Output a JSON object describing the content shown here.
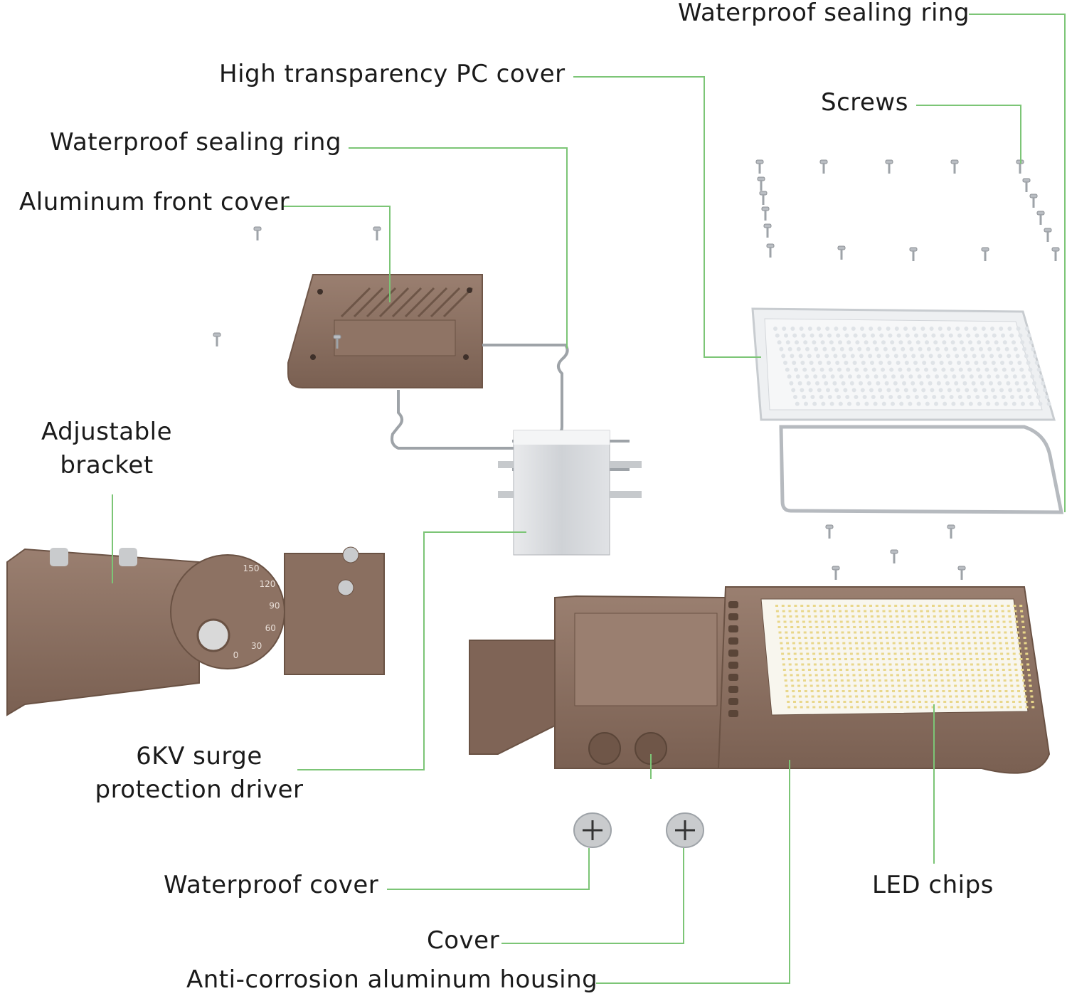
{
  "diagram": {
    "labels": {
      "pc_cover": "High transparency PC cover",
      "sealing_ring_top": "Waterproof sealing ring",
      "sealing_ring_left": "Waterproof sealing ring",
      "screws": "Screws",
      "front_cover": "Aluminum front cover",
      "bracket_line1": "Adjustable",
      "bracket_line2": "bracket",
      "driver_line1": "6KV surge",
      "driver_line2": "protection driver",
      "waterproof_cover": "Waterproof cover",
      "led_chips": "LED chips",
      "cover": "Cover",
      "housing": "Anti-corrosion aluminum housing"
    },
    "colors": {
      "leader_line": "#7cc576",
      "housing_bronze": "#8a6f60",
      "housing_dark": "#6f5648",
      "lens_light": "#e9ecef",
      "led_chip": "#f3e6a6",
      "screw": "#b9bdc2",
      "driver": "#d8dadd"
    },
    "bracket_scale_marks": [
      "150",
      "120",
      "90",
      "60",
      "30",
      "0"
    ]
  }
}
